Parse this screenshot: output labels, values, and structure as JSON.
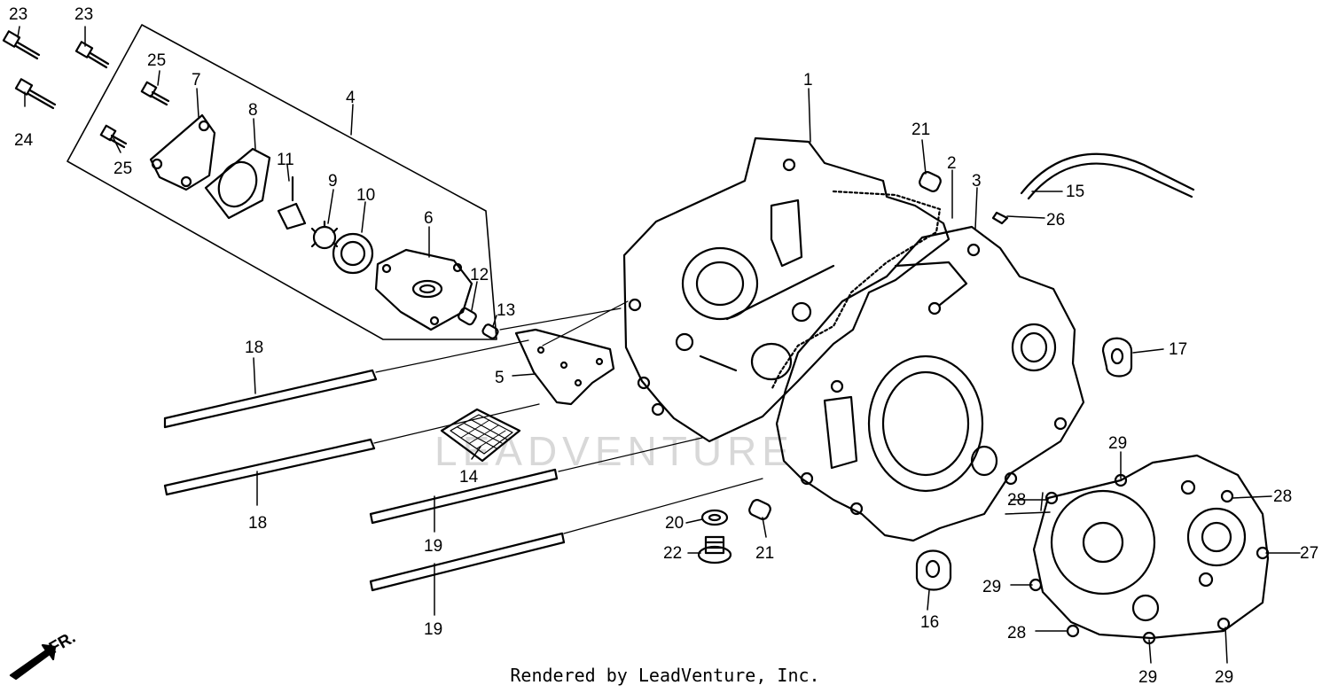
{
  "diagram": {
    "callouts": [
      "1",
      "2",
      "3",
      "4",
      "5",
      "6",
      "7",
      "8",
      "9",
      "10",
      "11",
      "12",
      "13",
      "14",
      "15",
      "16",
      "17",
      "18",
      "19",
      "20",
      "21",
      "22",
      "23",
      "24",
      "25",
      "26",
      "27",
      "28",
      "29"
    ],
    "direction_label": "FR.",
    "watermark": "LEADVENTURE",
    "footer": "Rendered by LeadVenture, Inc."
  },
  "colors": {
    "ink": "#000000",
    "background": "#ffffff",
    "watermark": "#d8d8d8"
  }
}
